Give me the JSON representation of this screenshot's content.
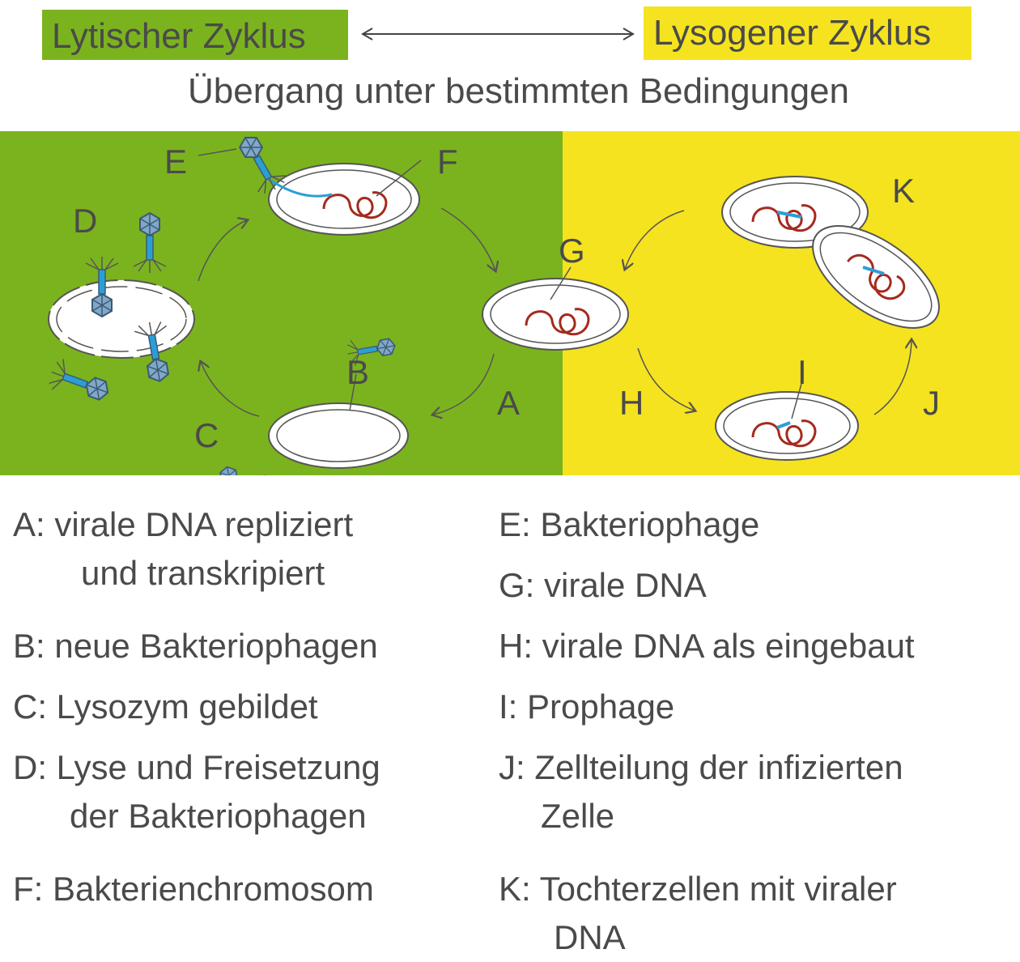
{
  "header": {
    "lytic_label": "Lytischer Zyklus",
    "lysogenic_label": "Lysogener Zyklus",
    "transition_label": "Übergang unter bestimmten Bedingungen",
    "lytic_color": "#7bb31f",
    "lysogenic_color": "#f5e31f"
  },
  "diagram": {
    "stage_letters": {
      "A": "A",
      "B": "B",
      "C": "C",
      "D": "D",
      "E": "E",
      "F": "F",
      "G": "G",
      "H": "H",
      "I": "I",
      "J": "J",
      "K": "K"
    },
    "colors": {
      "bacterial_dna": "#a52a1e",
      "viral_dna": "#2a9fd6",
      "phage_head": "#5b7b9a",
      "cell_outline": "#555555"
    }
  },
  "legend": {
    "left": [
      {
        "line1": "A:  virale DNA repliziert",
        "line2": "und transkripiert"
      },
      {
        "line1": "B: neue Bakteriophagen",
        "line2": ""
      },
      {
        "line1": "C: Lysozym gebildet",
        "line2": ""
      },
      {
        "line1": "D: Lyse und Freisetzung",
        "line2": "der Bakteriophagen"
      },
      {
        "line1": "F: Bakterienchromosom",
        "line2": ""
      }
    ],
    "right": [
      {
        "line1": "E: Bakteriophage",
        "line2": ""
      },
      {
        "line1": "G: virale DNA",
        "line2": ""
      },
      {
        "line1": "H: virale DNA als eingebaut",
        "line2": ""
      },
      {
        "line1": "I: Prophage",
        "line2": ""
      },
      {
        "line1": "J: Zellteilung der infizierten",
        "line2": "Zelle"
      },
      {
        "line1": "K: Tochterzellen mit viraler",
        "line2": "DNA"
      }
    ]
  }
}
